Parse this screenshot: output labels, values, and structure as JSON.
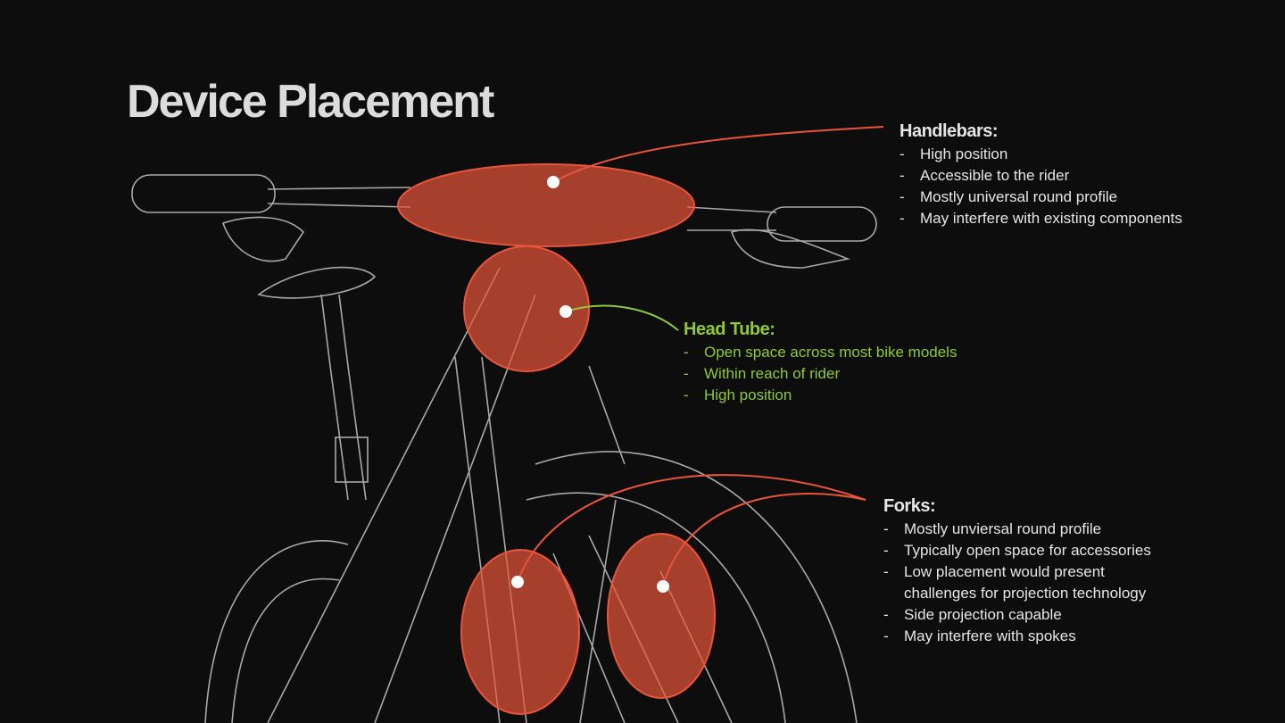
{
  "title": "Device Placement",
  "colors": {
    "accent": "#e8553a",
    "headtube": "#8fc93a",
    "text": "#e6e6e6"
  },
  "annotations": {
    "handlebars": {
      "heading": "Handlebars:",
      "items": [
        "High position",
        "Accessible to the rider",
        "Mostly universal round profile",
        "May interfere with existing components"
      ]
    },
    "head_tube": {
      "heading": "Head Tube:",
      "items": [
        "Open space across most bike models",
        "Within reach of rider",
        "High position"
      ]
    },
    "forks": {
      "heading": "Forks:",
      "items": [
        "Mostly unviersal round profile",
        "Typically open space for accessories",
        "Low placement would present",
        "challenges for projection technology",
        "Side projection capable",
        "May interfere with spokes"
      ]
    }
  }
}
